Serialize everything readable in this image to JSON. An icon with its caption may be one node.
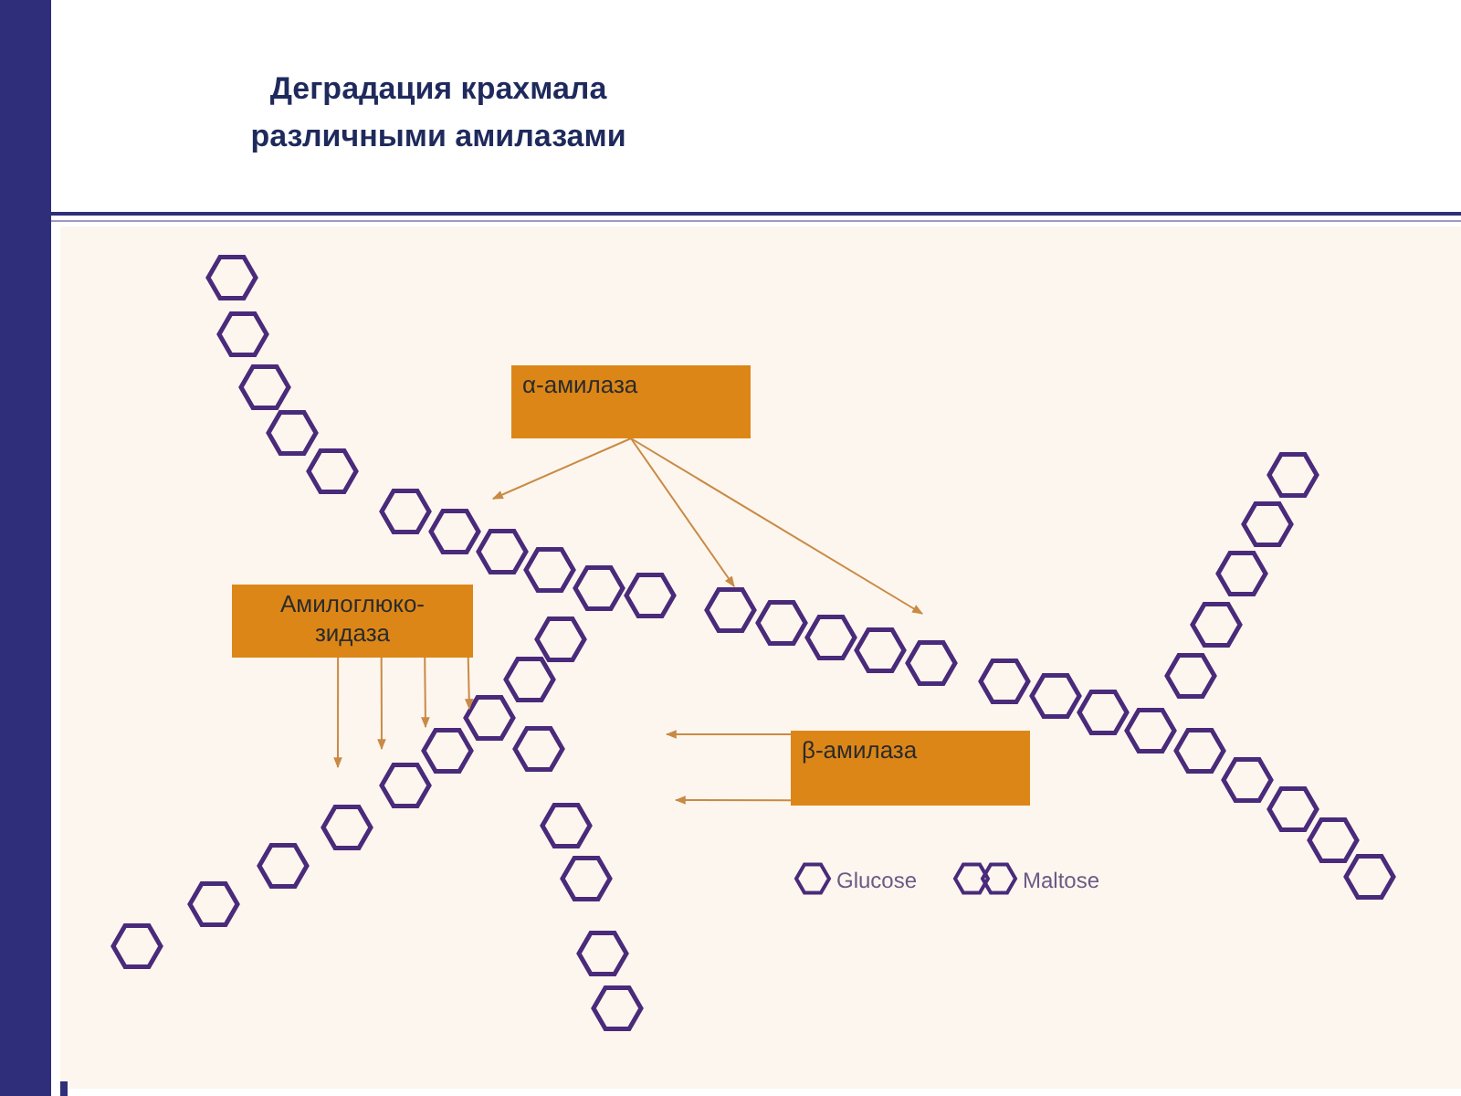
{
  "diagram": {
    "title": "Деградация крахмала различными амилазами",
    "nodes": [
      {
        "text": [
          "α-амилаза"
        ]
      },
      {
        "text": [
          "Амилоглюко-зидаза"
        ]
      },
      {
        "text": [
          "β-амилаза"
        ]
      }
    ],
    "edges": [
      {
        "from": 0,
        "to": null,
        "arrow": "to"
      },
      {
        "from": 0,
        "to": null,
        "arrow": "to"
      },
      {
        "from": 0,
        "to": null,
        "arrow": "to"
      },
      {
        "from": 1,
        "to": null,
        "arrow": "to"
      },
      {
        "from": 1,
        "to": null,
        "arrow": "to"
      },
      {
        "from": 1,
        "to": null,
        "arrow": "to"
      },
      {
        "from": 1,
        "to": null,
        "arrow": "to"
      },
      {
        "from": 2,
        "to": null,
        "arrow": "to"
      },
      {
        "from": 2,
        "to": null,
        "arrow": "to"
      }
    ],
    "legend": [
      {
        "text": "Glucose"
      },
      {
        "text": "Maltose"
      }
    ]
  }
}
